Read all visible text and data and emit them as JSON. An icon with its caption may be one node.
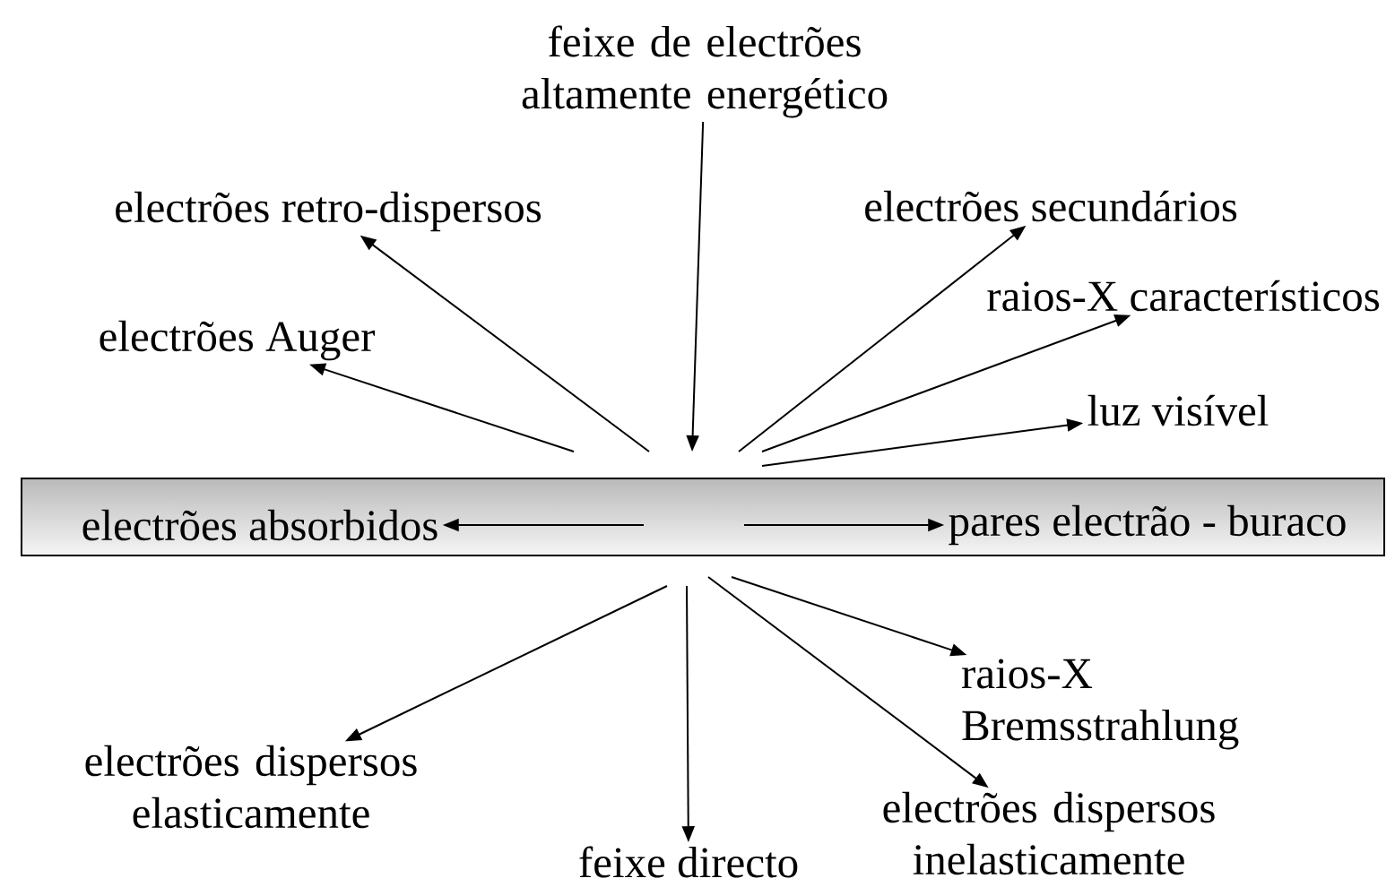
{
  "diagram": {
    "nodes": [
      {
        "text": [],
        "shape": "bar"
      },
      {
        "text": [
          "feixe de electrões altamente energético"
        ]
      },
      {
        "text": [
          "electrões retro-dispersos"
        ]
      },
      {
        "text": [
          "electrões secundários"
        ]
      },
      {
        "text": [
          "raios-X característicos"
        ]
      },
      {
        "text": [
          "electrões Auger"
        ]
      },
      {
        "text": [
          "luz visível"
        ]
      },
      {
        "text": [
          "electrões absorbidos"
        ],
        "in": 0
      },
      {
        "text": [
          "pares electrão - buraco"
        ],
        "in": 0
      },
      {
        "text": [
          "raios-X Bremsstrahlung"
        ]
      },
      {
        "text": [
          "electrões dispersos elasticamente"
        ]
      },
      {
        "text": [
          "feixe directo"
        ]
      },
      {
        "text": [
          "electrões dispersos inelasticamente"
        ]
      }
    ],
    "edges": [
      {
        "from": 1,
        "to": 0,
        "arrow": "to"
      },
      {
        "from": 0,
        "to": 2,
        "arrow": "to"
      },
      {
        "from": 0,
        "to": 3,
        "arrow": "to"
      },
      {
        "from": 0,
        "to": 4,
        "arrow": "to"
      },
      {
        "from": 0,
        "to": 5,
        "arrow": "to"
      },
      {
        "from": 0,
        "to": 6,
        "arrow": "to"
      },
      {
        "from": null,
        "to": 7,
        "arrow": "to"
      },
      {
        "from": null,
        "to": 8,
        "arrow": "to"
      },
      {
        "from": 0,
        "to": 9,
        "arrow": "to"
      },
      {
        "from": 0,
        "to": 10,
        "arrow": "to"
      },
      {
        "from": 0,
        "to": 11,
        "arrow": "to"
      },
      {
        "from": 0,
        "to": 12,
        "arrow": "to"
      }
    ]
  }
}
